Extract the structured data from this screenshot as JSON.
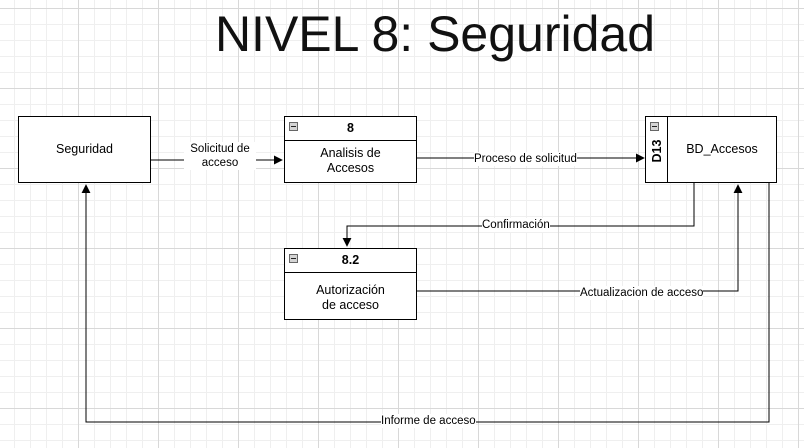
{
  "title": "NIVEL 8: Seguridad",
  "entity": {
    "label": "Seguridad"
  },
  "process_8": {
    "id": "8",
    "label": "Analisis de Accesos"
  },
  "process_8_2": {
    "id": "8.2",
    "label": "Autorización de acceso"
  },
  "data_store": {
    "id": "D13",
    "label": "BD_Accesos"
  },
  "flows": {
    "solicitud": "Solicitud de acceso",
    "proceso": "Proceso de solicitud",
    "confirmacion": "Confirmación",
    "actualizacion": "Actualizacion de acceso",
    "informe": "Informe de acceso"
  },
  "colors": {
    "line": "#000000",
    "box_fill": "#ffffff",
    "collapse_icon": "#d4d4d4"
  },
  "icons": {
    "collapse": "collapse-minus-icon"
  }
}
